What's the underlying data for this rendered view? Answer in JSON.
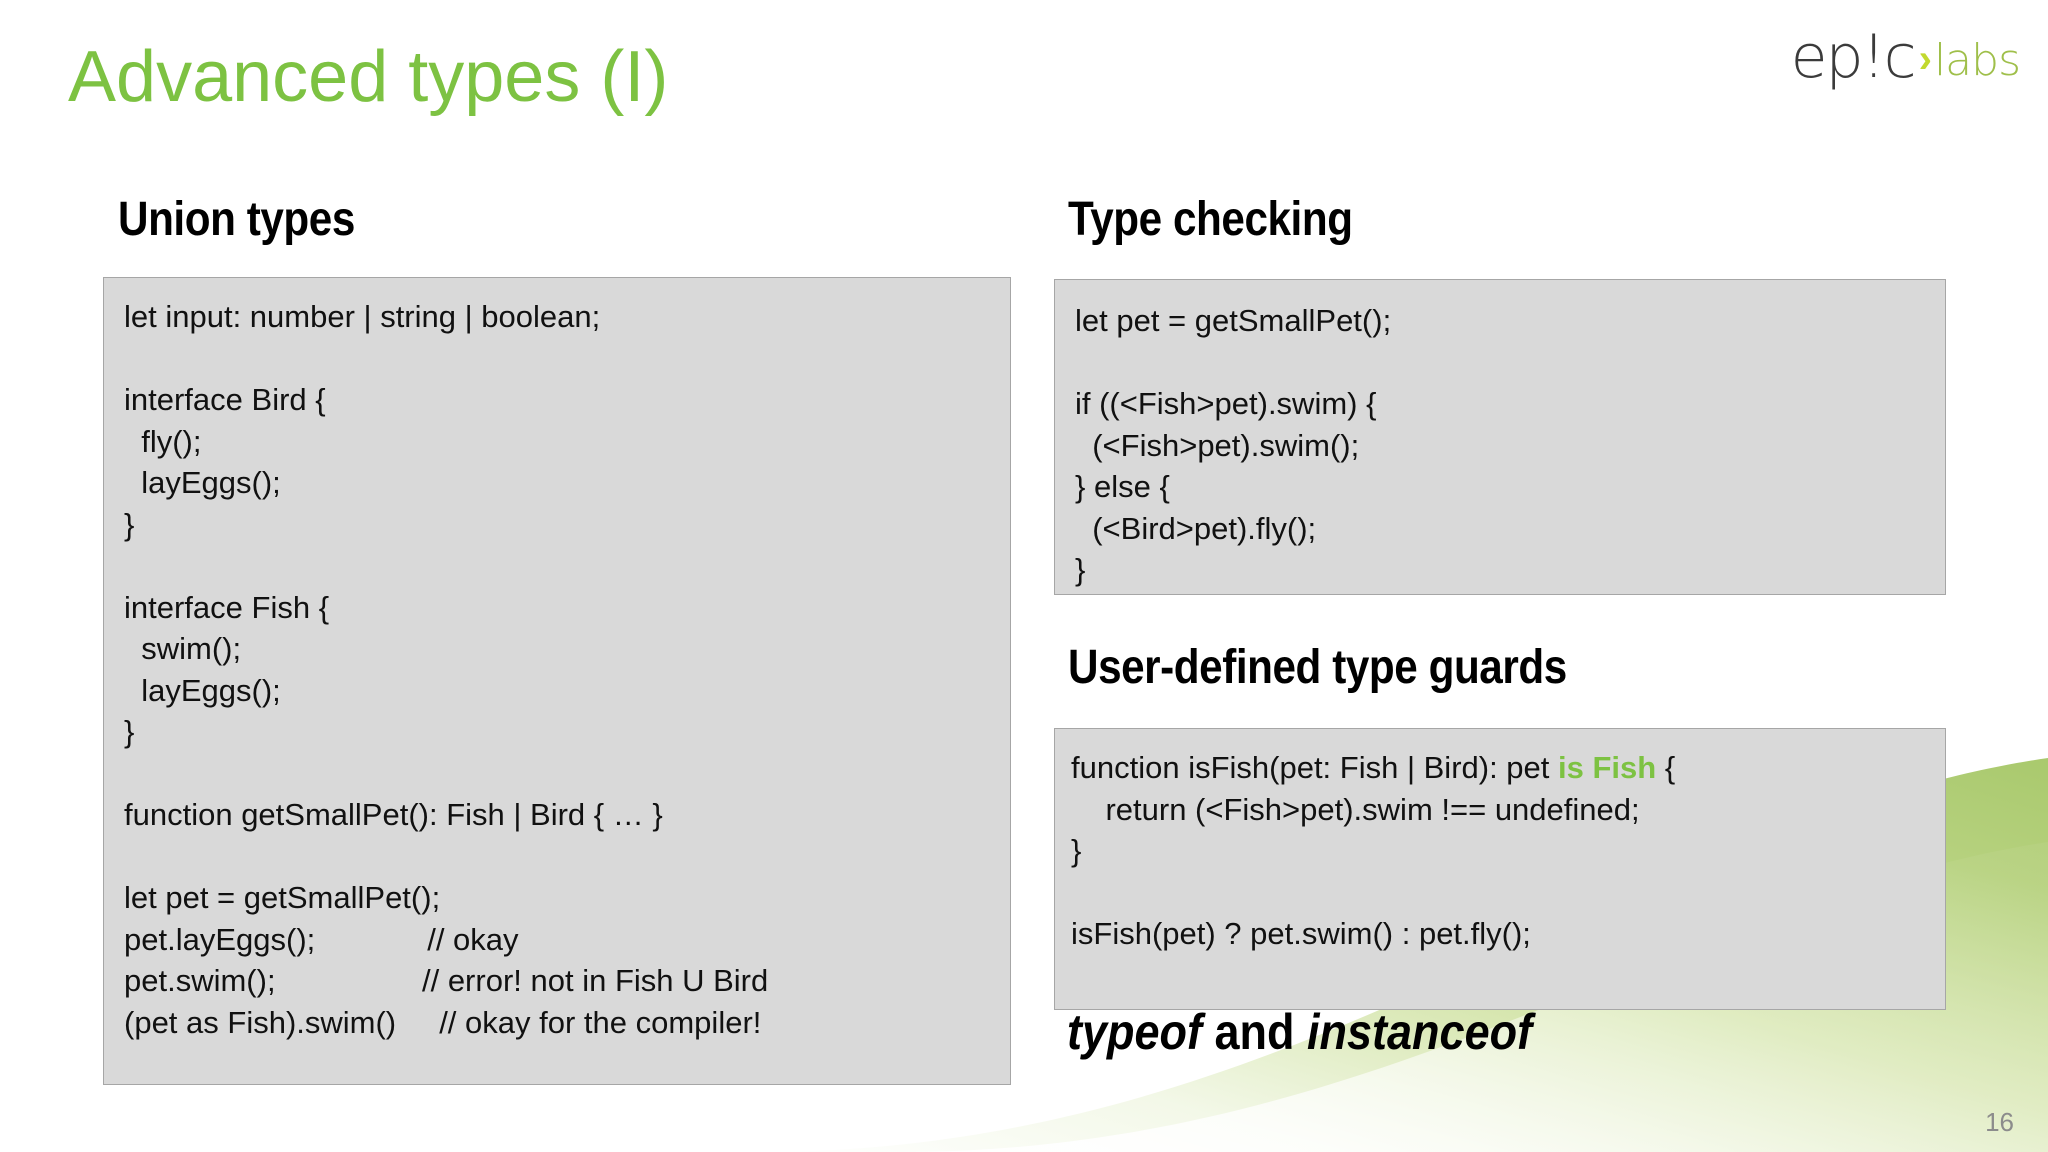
{
  "slide": {
    "title": "Advanced types (I)",
    "title_color": "#7DC242",
    "page_number": "16",
    "background": "#ffffff"
  },
  "logo": {
    "name": "epic-labs-logo",
    "epic_text": "ep!c",
    "arrow": "›",
    "labs_text": "labs",
    "epic_color": "#3b3b3b",
    "arrow_color": "#c2d92f",
    "labs_color": "#9fbf4a"
  },
  "sections": {
    "union_types": {
      "heading": "Union types",
      "code": "let input: number | string | boolean;\n\ninterface Bird {\n  fly();\n  layEggs();\n}\n\ninterface Fish {\n  swim();\n  layEggs();\n}\n\nfunction getSmallPet(): Fish | Bird { … }\n\nlet pet = getSmallPet();\npet.layEggs();             // okay\npet.swim();                 // error! not in Fish U Bird\n(pet as Fish).swim()     // okay for the compiler!"
    },
    "type_checking": {
      "heading": "Type checking",
      "code": "let pet = getSmallPet();\n\nif ((<Fish>pet).swim) {\n  (<Fish>pet).swim();\n} else {\n  (<Bird>pet).fly();\n}"
    },
    "type_guards": {
      "heading": "User-defined type guards",
      "code_part1": "function isFish(pet: Fish | Bird): pet ",
      "code_highlight": "is Fish",
      "code_part2": " {\n    return (<Fish>pet).swim !== undefined;\n}\n\nisFish(pet) ? pet.swim() : pet.fly();",
      "highlight_color": "#7DC242"
    },
    "typeof_instanceof": {
      "word1": "typeof",
      "word2": " and ",
      "word3": "instanceof"
    }
  },
  "decor": {
    "wave_color_light": "#eef3e0",
    "wave_color_mid": "#c7dc96",
    "wave_color_dark": "#aecd74"
  }
}
